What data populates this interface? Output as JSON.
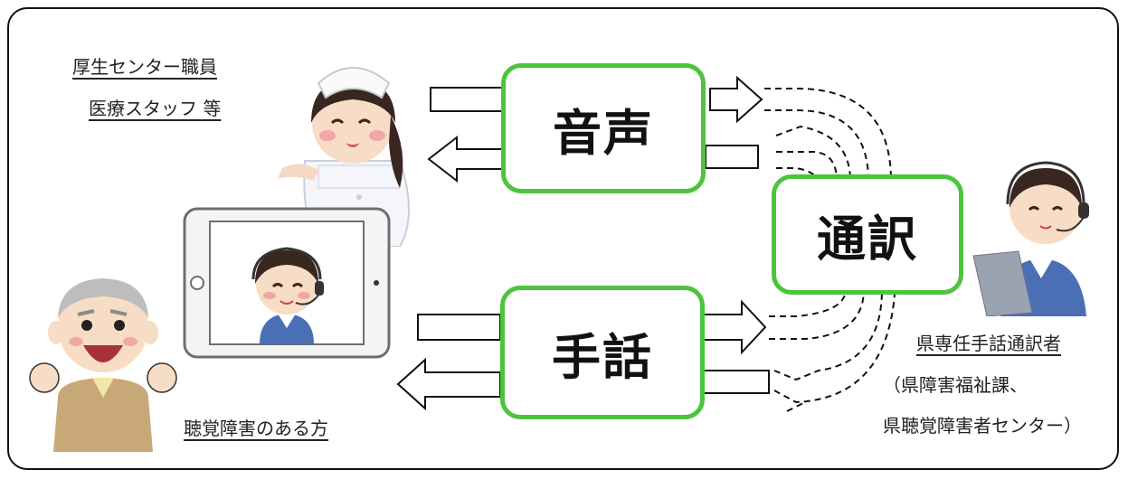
{
  "diagram": {
    "boxes": {
      "voice": "音声",
      "interpret": "通訳",
      "sign": "手話"
    },
    "labels": {
      "staff_line1": "厚生センター職員",
      "staff_line2": "医療スタッフ 等",
      "hearing_impaired": "聴覚障害のある方",
      "interpreter": "県専任手話通訳者",
      "interpreter_org1": "（県障害福祉課、",
      "interpreter_org2": "県聴覚障害者センター）"
    },
    "colors": {
      "box_border": "#4cc43c",
      "frame": "#111111"
    }
  }
}
